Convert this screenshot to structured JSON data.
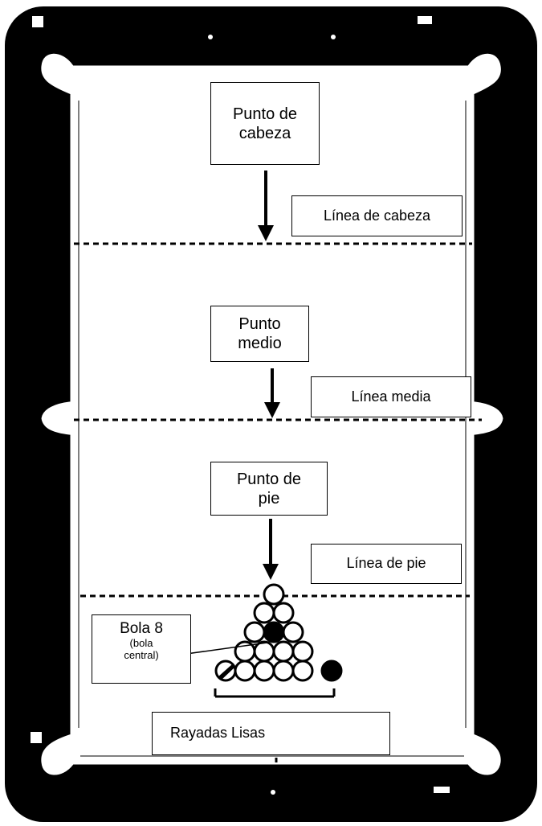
{
  "diagram": {
    "head_spot": {
      "label": "Punto de cabeza",
      "line1": "Punto de",
      "line2": "cabeza"
    },
    "head_line": {
      "label": "Línea de cabeza"
    },
    "center_spot": {
      "label": "Punto medio",
      "line1": "Punto",
      "line2": "medio"
    },
    "center_line": {
      "label": "Línea media"
    },
    "foot_spot": {
      "label": "Punto de pie",
      "line1": "Punto de",
      "line2": "pie"
    },
    "foot_line": {
      "label": "Línea de pie"
    },
    "eight_ball": {
      "title": "Bola 8",
      "sub1": "(bola",
      "sub2": "central)"
    },
    "ball_groups": {
      "label": "Rayadas Lisas"
    },
    "colors": {
      "cushion": "#000000",
      "cloth": "#ffffff",
      "ink": "#000000"
    }
  }
}
